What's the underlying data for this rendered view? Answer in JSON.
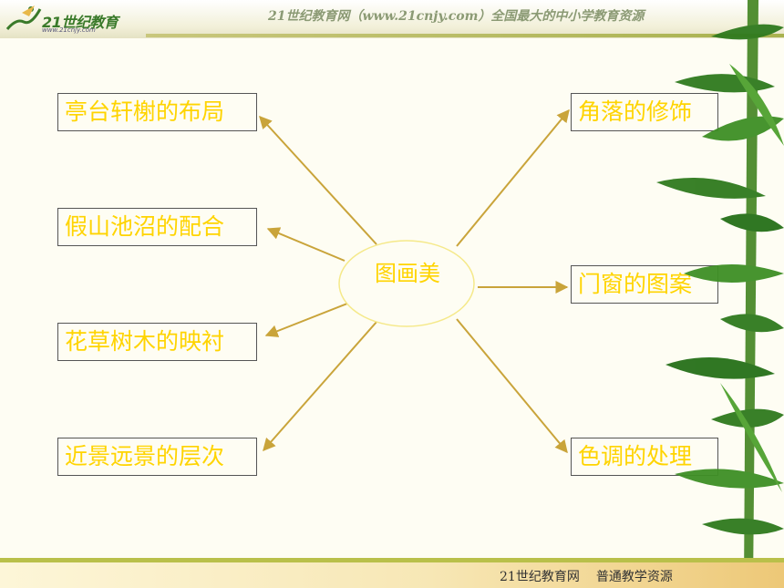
{
  "header": {
    "logo_name": "21世纪教育",
    "logo_url": "www.21cnjy.com",
    "slogan": "21世纪教育网（www.21cnjy.com）全国最大的中小学教育资源"
  },
  "diagram": {
    "center": "图画美",
    "left_items": [
      "亭台轩榭的布局",
      "假山池沼的配合",
      "花草树木的映衬",
      "近景远景的层次"
    ],
    "right_items": [
      "角落的修饰",
      "门窗的图案",
      "色调的处理"
    ],
    "colors": {
      "text": "#ffd400",
      "arrows": "#c9a43a",
      "ellipse": "#f5e98a"
    }
  },
  "footer": {
    "site": "21世纪教育网",
    "tagline": "普通教学资源"
  }
}
